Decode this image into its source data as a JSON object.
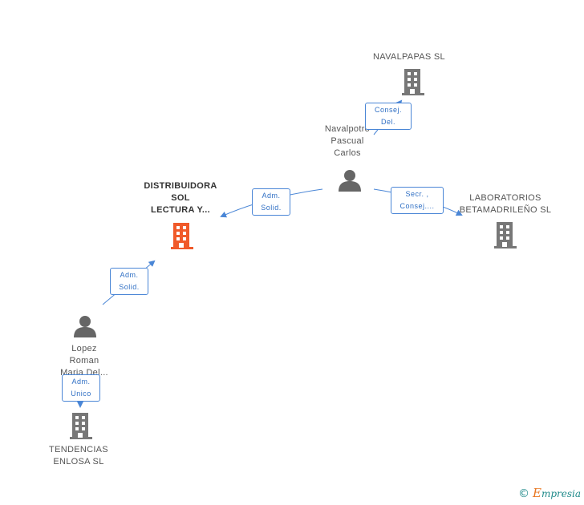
{
  "colors": {
    "focus_company": "#f05a2a",
    "company": "#777777",
    "person": "#666666",
    "edge": "#4a86d6"
  },
  "nodes": {
    "navalpapas": {
      "lines": [
        "NAVALPAPAS SL"
      ],
      "icon": "building-icon"
    },
    "navalpotro": {
      "lines": [
        "Navalpotro",
        "Pascual",
        "Carlos"
      ],
      "icon": "person-icon"
    },
    "distribuidora": {
      "lines": [
        "DISTRIBUIDORA",
        "SOL",
        "LECTURA Y..."
      ],
      "icon": "building-icon"
    },
    "laboratorios": {
      "lines": [
        "LABORATORIOS",
        "BETAMADRILEÑO SL"
      ],
      "icon": "building-icon"
    },
    "lopez": {
      "lines": [
        "Lopez",
        "Roman",
        "Maria Del..."
      ],
      "icon": "person-icon"
    },
    "tendencias": {
      "lines": [
        "TENDENCIAS",
        "ENLOSA SL"
      ],
      "icon": "building-icon"
    }
  },
  "edges": {
    "consej_del": [
      "Consej.",
      "Del."
    ],
    "adm_solid_top": [
      "Adm.",
      "Solid."
    ],
    "secr_consej": [
      "Secr. ,",
      "Consej...."
    ],
    "adm_solid_left": [
      "Adm.",
      "Solid."
    ],
    "adm_unico": [
      "Adm.",
      "Unico"
    ]
  },
  "brand": {
    "copyright": "©",
    "e": "E",
    "name": "mpresia"
  }
}
